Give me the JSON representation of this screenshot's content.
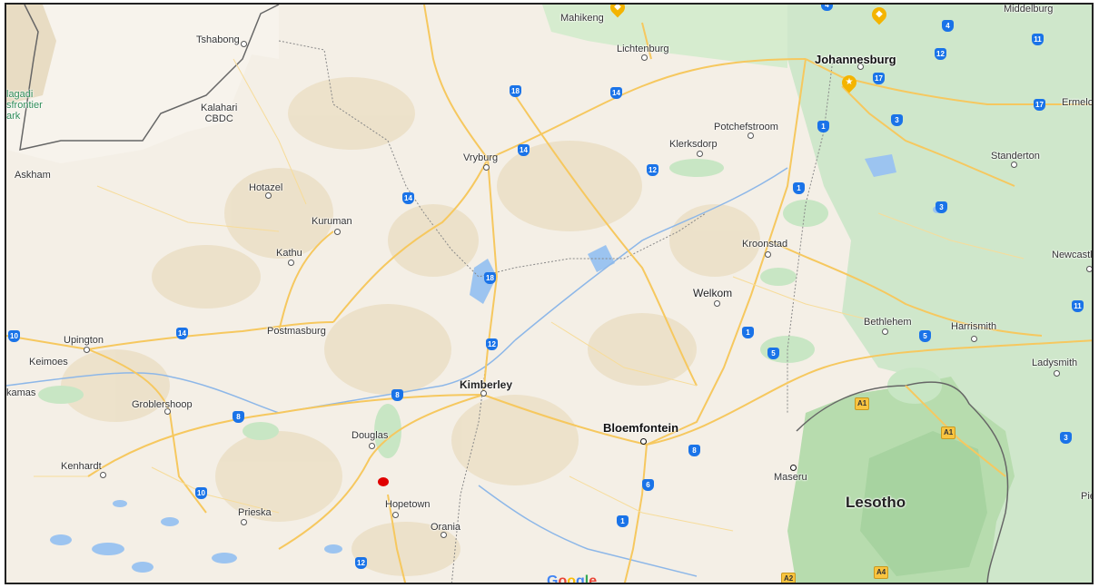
{
  "map": {
    "colors": {
      "land": "#f4efe6",
      "arid": "#ece0c8",
      "green": "#c8e6c4",
      "darkgreen": "#a7d3a0",
      "water": "#9cc4f0",
      "road": "#f6c85f",
      "border": "#555555",
      "shield": "#1a73e8",
      "marker": "#e00000",
      "pin": "#f4b400"
    },
    "places": [
      {
        "id": "mahikeng",
        "name": "Mahikeng"
      },
      {
        "id": "lichtenburg",
        "name": "Lichtenburg"
      },
      {
        "id": "johannesburg",
        "name": "Johannesburg"
      },
      {
        "id": "middelburg",
        "name": "Middelburg"
      },
      {
        "id": "tshabong",
        "name": "Tshabong"
      },
      {
        "id": "kgalagadi",
        "name": "lagadi\nsfrontier\nark"
      },
      {
        "id": "kalahari",
        "name": "Kalahari\nCBDC"
      },
      {
        "id": "potchefstroom",
        "name": "Potchefstroom"
      },
      {
        "id": "klerksdorp",
        "name": "Klerksdorp"
      },
      {
        "id": "vryburg",
        "name": "Vryburg"
      },
      {
        "id": "ermelo",
        "name": "Ermelo"
      },
      {
        "id": "standerton",
        "name": "Standerton"
      },
      {
        "id": "askham",
        "name": "Askham"
      },
      {
        "id": "hotazel",
        "name": "Hotazel"
      },
      {
        "id": "kuruman",
        "name": "Kuruman"
      },
      {
        "id": "kathu",
        "name": "Kathu"
      },
      {
        "id": "kroonstad",
        "name": "Kroonstad"
      },
      {
        "id": "newcastle",
        "name": "Newcastl"
      },
      {
        "id": "welkom",
        "name": "Welkom"
      },
      {
        "id": "upington",
        "name": "Upington"
      },
      {
        "id": "postmasburg",
        "name": "Postmasburg"
      },
      {
        "id": "bethlehem",
        "name": "Bethlehem"
      },
      {
        "id": "harrismith",
        "name": "Harrismith"
      },
      {
        "id": "keimoes",
        "name": "Keimoes"
      },
      {
        "id": "ladysmith",
        "name": "Ladysmith"
      },
      {
        "id": "kakamas",
        "name": "kamas"
      },
      {
        "id": "groblershoop",
        "name": "Groblershoop"
      },
      {
        "id": "kimberley",
        "name": "Kimberley"
      },
      {
        "id": "douglas",
        "name": "Douglas"
      },
      {
        "id": "bloemfontein",
        "name": "Bloemfontein"
      },
      {
        "id": "kenhardt",
        "name": "Kenhardt"
      },
      {
        "id": "maseru",
        "name": "Maseru"
      },
      {
        "id": "hopetown",
        "name": "Hopetown"
      },
      {
        "id": "lesotho",
        "name": "Lesotho"
      },
      {
        "id": "prieska",
        "name": "Prieska"
      },
      {
        "id": "orania",
        "name": "Orania"
      },
      {
        "id": "piet",
        "name": "Pie"
      }
    ],
    "shields": [
      "4",
      "11",
      "12",
      "4",
      "18",
      "14",
      "17",
      "17",
      "1",
      "14",
      "3",
      "12",
      "1",
      "14",
      "3",
      "18",
      "11",
      "10",
      "14",
      "5",
      "1",
      "12",
      "5",
      "8",
      "8",
      "8",
      "A1",
      "A1",
      "6",
      "10",
      "1",
      "12",
      "3",
      "A2",
      "A4"
    ],
    "logo": {
      "g1": "G",
      "o1": "o",
      "o2": "o",
      "g2": "g",
      "l": "l",
      "e": "e"
    }
  }
}
